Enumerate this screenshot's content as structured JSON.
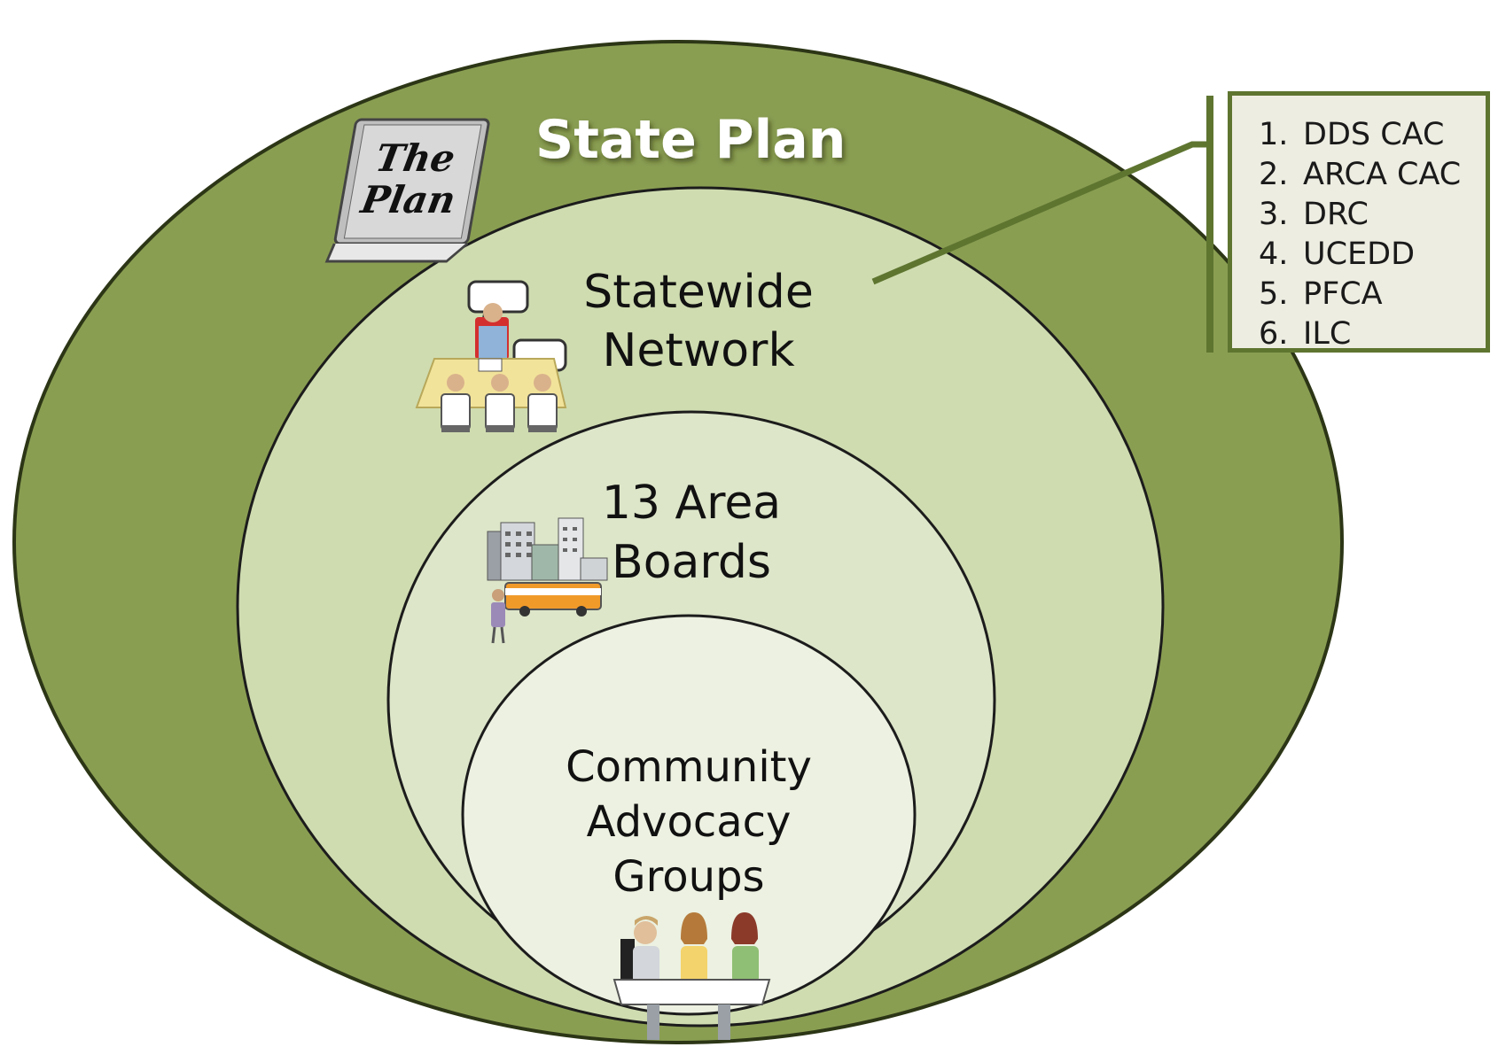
{
  "diagram": {
    "rings": [
      {
        "id": "state",
        "label_lines": [
          "State Plan"
        ]
      },
      {
        "id": "network",
        "label_lines": [
          "Statewide",
          "Network"
        ]
      },
      {
        "id": "area",
        "label_lines": [
          "13 Area",
          "Boards"
        ]
      },
      {
        "id": "community",
        "label_lines": [
          "Community",
          "Advocacy",
          "Groups"
        ]
      }
    ],
    "binder_text": [
      "The",
      "Plan"
    ],
    "network_members": [
      {
        "num": "1.",
        "label": "DDS CAC"
      },
      {
        "num": "2.",
        "label": "ARCA CAC"
      },
      {
        "num": "3.",
        "label": "DRC"
      },
      {
        "num": "4.",
        "label": "UCEDD"
      },
      {
        "num": "5.",
        "label": "PFCA"
      },
      {
        "num": "6.",
        "label": "ILC"
      }
    ],
    "colors": {
      "outer_ring": "#8a9e52",
      "network_ring": "#cfdcb0",
      "area_ring": "#dde6c9",
      "community_ring": "#ecf1e1",
      "connector": "#5e7530"
    },
    "icons": [
      "binder-icon",
      "meeting-icon",
      "city-icon",
      "people-at-table-icon"
    ]
  }
}
